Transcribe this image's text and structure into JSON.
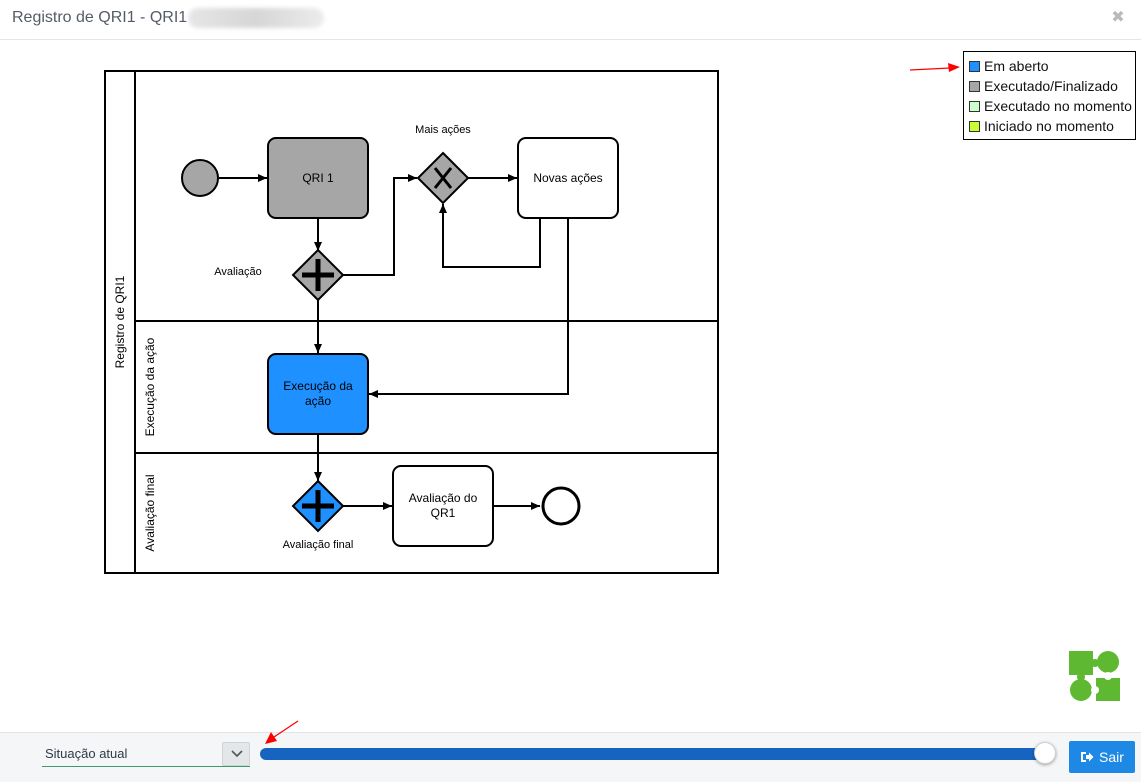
{
  "window": {
    "title": "Registro de QRI1 - QRI1 -"
  },
  "diagram": {
    "pool_label": "Registro de QRI1",
    "lanes": [
      "Execução da ação",
      "Avaliação final"
    ],
    "tasks": {
      "qri1": "QRI 1",
      "novas_acoes": "Novas ações",
      "execucao_line1": "Execução da",
      "execucao_line2": "ação",
      "avaliacao_qr1_line1": "Avaliação do",
      "avaliacao_qr1_line2": "QR1"
    },
    "gateways": {
      "avaliacao": "Avaliação",
      "mais_acoes": "Mais ações",
      "avaliacao_final": "Avaliação final"
    },
    "colors": {
      "executed": "#a6a6a6",
      "open": "#1e90ff",
      "stroke": "#000000"
    }
  },
  "legend": {
    "items": [
      {
        "label": "Em aberto",
        "color": "#1e90ff"
      },
      {
        "label": "Executado/Finalizado",
        "color": "#a6a6a6"
      },
      {
        "label": "Executado no momento",
        "color": "#ccffcc"
      },
      {
        "label": "Iniciado no momento",
        "color": "#ccff33"
      }
    ]
  },
  "footer": {
    "select_value": "Situação atual",
    "slider_value_percent": 100,
    "exit_label": "Sair"
  },
  "icons": {
    "close": "close-icon",
    "dropdown": "chevron-down-icon",
    "exit": "sign-out-icon",
    "logo": "puzzle-logo-icon"
  },
  "accent_colors": {
    "annotation_arrow": "#ff0000",
    "slider": "#1565c0",
    "button": "#1e88e5",
    "logo": "#5fb832"
  }
}
